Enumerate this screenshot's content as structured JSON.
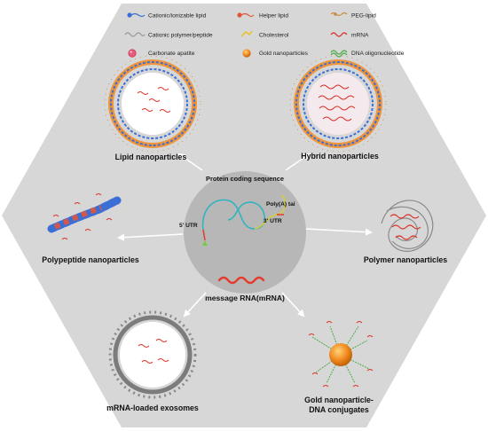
{
  "legend": {
    "items": [
      {
        "label": "Cationic/ionizable lipid",
        "icon": "cationic-lipid-icon",
        "color": "#3b6fd6"
      },
      {
        "label": "Helper lipid",
        "icon": "helper-lipid-icon",
        "color": "#e0543a"
      },
      {
        "label": "PEG-lipid",
        "icon": "peg-lipid-icon",
        "color": "#c98a3e"
      },
      {
        "label": "Cationic polymer/peptide",
        "icon": "cationic-polymer-icon",
        "color": "#9a9a9a"
      },
      {
        "label": "Cholesterol",
        "icon": "cholesterol-icon",
        "color": "#e6c233"
      },
      {
        "label": "mRNA",
        "icon": "mrna-icon",
        "color": "#d9342b"
      },
      {
        "label": "Carbonate apatite",
        "icon": "carbonate-apatite-icon",
        "color": "#e85a7a"
      },
      {
        "label": "Gold nanoparticles",
        "icon": "gold-nanoparticle-icon",
        "color": "#f08a1e"
      },
      {
        "label": "DNA oligonucleotide",
        "icon": "dna-oligo-icon",
        "color": "#4fae4a"
      }
    ]
  },
  "center": {
    "title": "Protein coding sequence",
    "utr5": "5' UTR",
    "utr3": "3' UTR",
    "polya": "Poly(A) tai",
    "caption": "message RNA(mRNA)"
  },
  "carriers": {
    "lipid": "Lipid nanoparticles",
    "hybrid": "Hybrid nanoparticles",
    "polypeptide": "Polypeptide nanoparticles",
    "polymer": "Polymer nanoparticles",
    "exosome": "mRNA-loaded exosomes",
    "gold_line1": "Gold nanoparticle-",
    "gold_line2": "DNA conjugates"
  },
  "colors": {
    "hexagon": "#d7d7d7",
    "center_circle": "#b7b7b7",
    "mrna": "#e53a2a",
    "lipid_blue": "#3b6fd6",
    "lipid_orange": "#f0953a",
    "gold": "#f08a1e",
    "arrow": "#ffffff"
  }
}
